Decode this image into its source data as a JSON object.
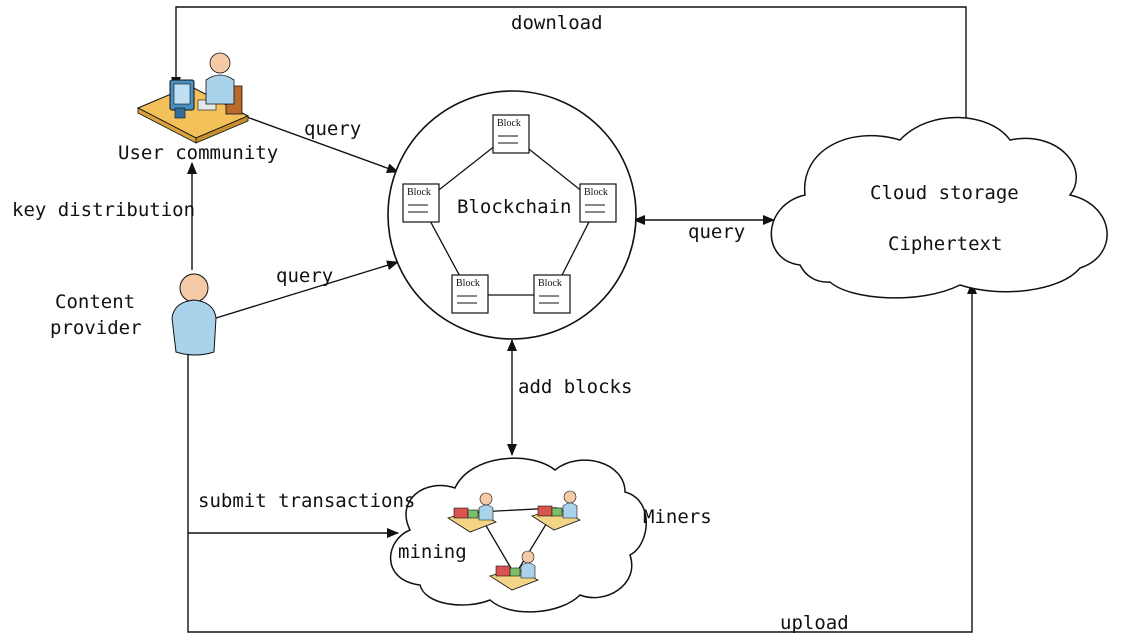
{
  "labels": {
    "download": "download",
    "user_community": "User community",
    "query_user": "query",
    "key_distribution": "key distribution",
    "query_provider": "query",
    "content_provider_line1": "Content",
    "content_provider_line2": "provider",
    "blockchain": "Blockchain",
    "query_cloud": "query",
    "cloud_storage": "Cloud storage",
    "ciphertext": "Ciphertext",
    "add_blocks": "add blocks",
    "submit_transactions": "submit transactions",
    "miners": "Miners",
    "mining": "mining",
    "upload": "upload"
  },
  "blocks": [
    {
      "label": "Block"
    },
    {
      "label": "Block"
    },
    {
      "label": "Block"
    },
    {
      "label": "Block"
    },
    {
      "label": "Block"
    }
  ],
  "colors": {
    "person_body": "#a9d3ea",
    "person_skin": "#f3c9a6",
    "desk": "#f2c15a",
    "miner_desk": "#f4d486",
    "miner_crate": "#d9534f",
    "stroke": "#111111"
  }
}
